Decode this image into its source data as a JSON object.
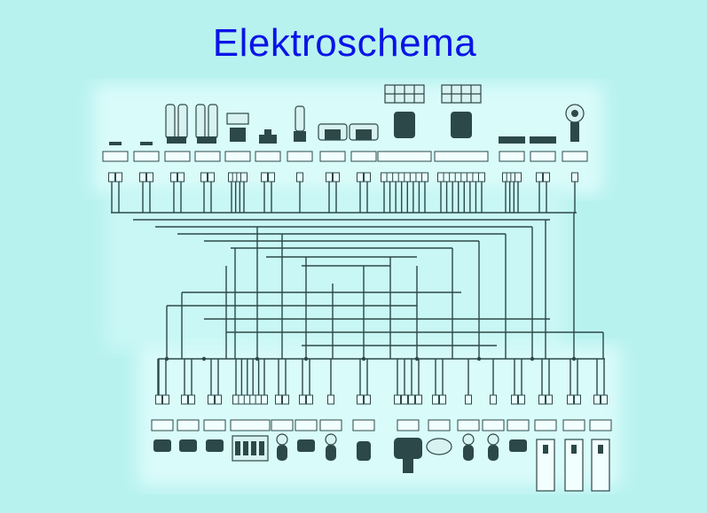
{
  "title": "Elektroschema",
  "colors": {
    "background": "#b8f2ef",
    "title": "#0a14e6",
    "ink": "#2c4848"
  },
  "top_components": [
    {
      "id": "t1",
      "icon": "small-plug-icon"
    },
    {
      "id": "t2",
      "icon": "small-plug-icon"
    },
    {
      "id": "t3",
      "icon": "fuse-cartridge-icon"
    },
    {
      "id": "t4",
      "icon": "fuse-cartridge-icon"
    },
    {
      "id": "t5",
      "icon": "relay-icon"
    },
    {
      "id": "t6",
      "icon": "switch-icon"
    },
    {
      "id": "t7",
      "icon": "sensor-icon"
    },
    {
      "id": "t8",
      "icon": "connector-block-icon"
    },
    {
      "id": "t9",
      "icon": "connector-block-icon"
    },
    {
      "id": "t10",
      "icon": "control-unit-icon"
    },
    {
      "id": "t11",
      "icon": "control-unit-icon"
    },
    {
      "id": "t12",
      "icon": "connector-strip-icon"
    },
    {
      "id": "t13",
      "icon": "connector-strip-icon"
    },
    {
      "id": "t14",
      "icon": "lamp-icon"
    }
  ],
  "bottom_components": [
    {
      "id": "b1",
      "icon": "plug-icon"
    },
    {
      "id": "b2",
      "icon": "plug-icon"
    },
    {
      "id": "b3",
      "icon": "plug-icon"
    },
    {
      "id": "b4",
      "icon": "terminal-block-icon"
    },
    {
      "id": "b5",
      "icon": "sensor-probe-icon"
    },
    {
      "id": "b6",
      "icon": "plug-icon"
    },
    {
      "id": "b7",
      "icon": "sensor-probe-icon"
    },
    {
      "id": "b8",
      "icon": "valve-icon"
    },
    {
      "id": "b9",
      "icon": "motor-icon"
    },
    {
      "id": "b10",
      "icon": "pump-icon"
    },
    {
      "id": "b11",
      "icon": "sensor-probe-icon"
    },
    {
      "id": "b12",
      "icon": "sensor-probe-icon"
    },
    {
      "id": "b13",
      "icon": "plug-icon"
    },
    {
      "id": "b14",
      "icon": "module-icon"
    },
    {
      "id": "b15",
      "icon": "module-icon"
    },
    {
      "id": "b16",
      "icon": "module-icon"
    }
  ]
}
